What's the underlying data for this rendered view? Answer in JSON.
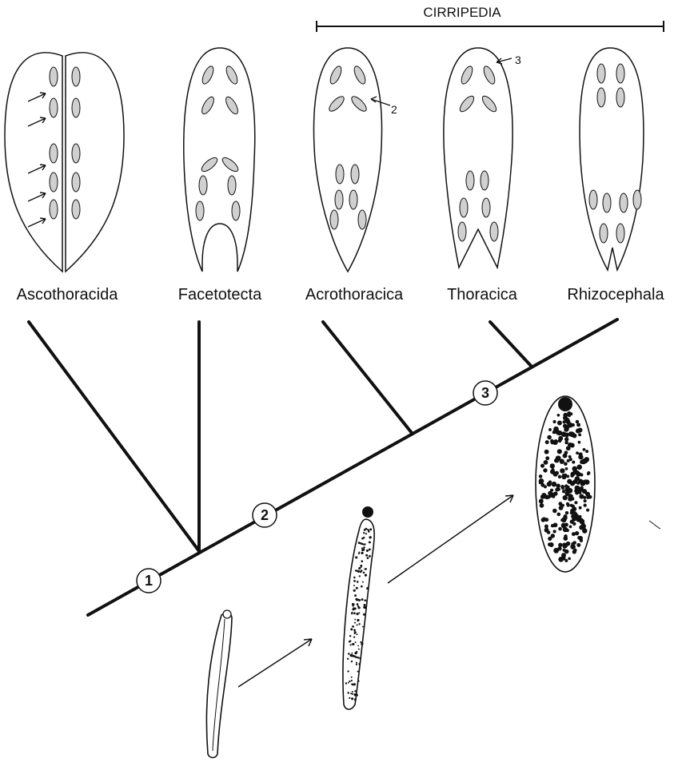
{
  "group_label": "CIRRIPEDIA",
  "taxa": [
    {
      "name": "Ascothoracida"
    },
    {
      "name": "Facetotecta"
    },
    {
      "name": "Acrothoracica"
    },
    {
      "name": "Thoracica"
    },
    {
      "name": "Rhizocephala"
    }
  ],
  "nodes": [
    "1",
    "2",
    "3"
  ],
  "character_callouts": [
    "2",
    "3"
  ],
  "colors": {
    "ink": "#111111",
    "background": "#ffffff",
    "stipple": "#c8c8c8"
  }
}
